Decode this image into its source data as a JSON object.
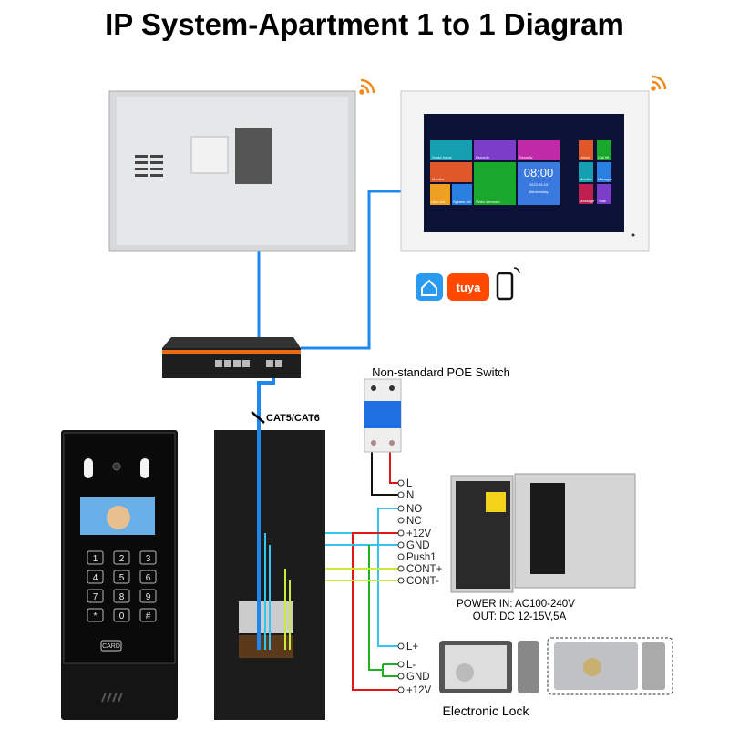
{
  "title": "IP System-Apartment 1 to 1 Diagram",
  "cable_label": "CAT5/CAT6",
  "poe_switch_label": "Non-standard POE Switch",
  "power": {
    "line1": "POWER  IN: AC100-240V",
    "line2": "OUT: DC 12-15V,5A"
  },
  "lock_label": "Electronic Lock",
  "psu_terminals": [
    "L",
    "N",
    "NO",
    "NC",
    "+12V",
    "GND",
    "Push1",
    "CONT+",
    "CONT-"
  ],
  "lock_terminals": [
    "L+",
    "L-",
    "GND",
    "+12V"
  ],
  "monitor_screen": {
    "tiles": [
      "Smart home",
      "Records",
      "Security",
      "Monitor",
      "Video intercom",
      "User set",
      "System set",
      "Unlock",
      "Call lift",
      "Monitor",
      "Manager",
      "Message",
      "Safe"
    ],
    "clock": "08:00",
    "date": "2023-05-15",
    "weekday": "Wednesday"
  },
  "keypad": [
    "1",
    "2",
    "3",
    "4",
    "5",
    "6",
    "7",
    "8",
    "9",
    "*",
    "0",
    "#"
  ],
  "card_label": "CARD",
  "app_icons": [
    "home-app-icon",
    "tuya-icon",
    "phone-icon"
  ],
  "tuya_text": "tuya",
  "wire_colors": {
    "ethernet": "#1e88f0",
    "signal": "#35c4ee",
    "power": "#e01818",
    "ground": "#22b022",
    "control": "#c8ec3c",
    "neutral": "#111111"
  }
}
